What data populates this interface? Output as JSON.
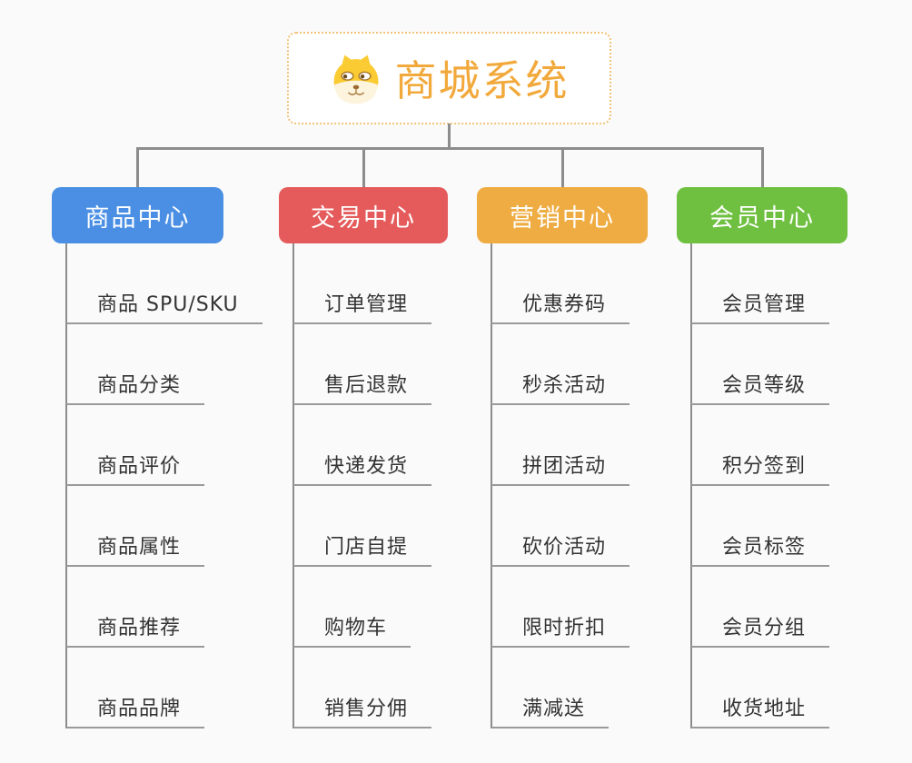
{
  "root": {
    "title": "商城系统",
    "icon": "doge-icon",
    "text_color": "#f2a93c",
    "border_color": "#f2c279"
  },
  "style": {
    "connector_color": "#8c8c8c",
    "leaf_line_color": "#9a9a9a",
    "background": "#fafafa"
  },
  "branches": [
    {
      "label": "商品中心",
      "color": "#4a8fe4",
      "children": [
        "商品 SPU/SKU",
        "商品分类",
        "商品评价",
        "商品属性",
        "商品推荐",
        "商品品牌"
      ]
    },
    {
      "label": "交易中心",
      "color": "#e55b5b",
      "children": [
        "订单管理",
        "售后退款",
        "快递发货",
        "门店自提",
        "购物车",
        "销售分佣"
      ]
    },
    {
      "label": "营销中心",
      "color": "#eeac42",
      "children": [
        "优惠券码",
        "秒杀活动",
        "拼团活动",
        "砍价活动",
        "限时折扣",
        "满减送"
      ]
    },
    {
      "label": "会员中心",
      "color": "#6fc040",
      "children": [
        "会员管理",
        "会员等级",
        "积分签到",
        "会员标签",
        "会员分组",
        "收货地址"
      ]
    }
  ]
}
